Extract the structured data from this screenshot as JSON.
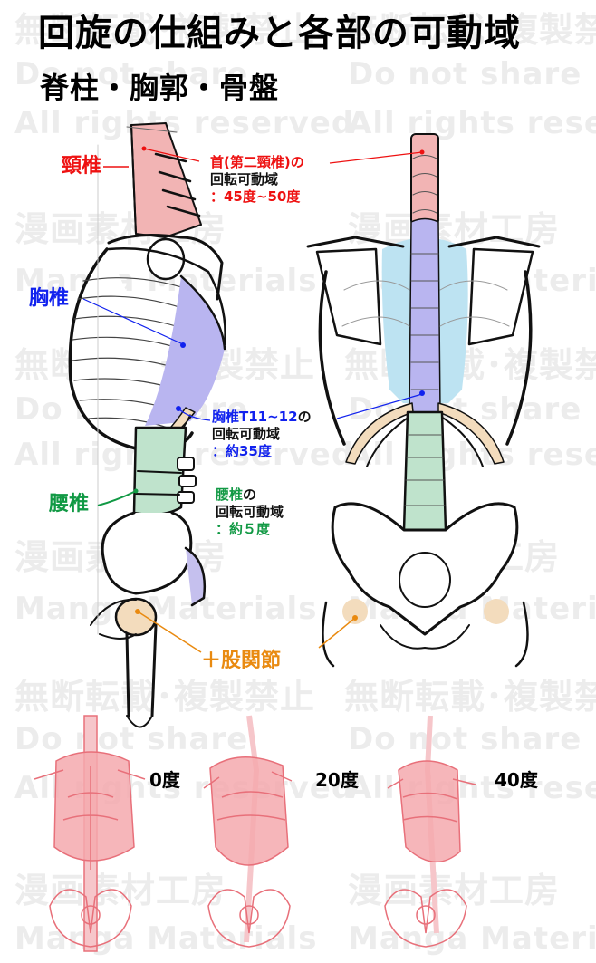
{
  "title": "回旋の仕組みと各部の可動域",
  "subtitle": "脊柱・胸郭・骨盤",
  "watermarks": {
    "no_reprint": "無断転載･複製禁止",
    "do_not_share": "Do not share",
    "all_rights": "All rights reserved",
    "studio_jp": "漫画素材工房",
    "studio_en": "Manga Materials"
  },
  "labels": {
    "cervical": "頸椎",
    "thoracic": "胸椎",
    "lumbar": "腰椎",
    "hip": "＋股関節"
  },
  "annotations": {
    "neck": {
      "line1": "首(第二頸椎)の",
      "line2": "回転可動域",
      "line3": "：45度~50度"
    },
    "thoracic": {
      "line1_colored": "胸椎T11~12",
      "line1_suffix": "の",
      "line2": "回転可動域",
      "line3": "：約35度"
    },
    "lumbar": {
      "line1_colored": "腰椎",
      "line1_suffix": "の",
      "line2": "回転可動域",
      "line3": "：約５度"
    }
  },
  "rotation_examples": [
    {
      "label": "0度"
    },
    {
      "label": "20度"
    },
    {
      "label": "40度"
    }
  ],
  "colors": {
    "cervical": "#ee1111",
    "thoracic": "#1122ee",
    "lumbar": "#119944",
    "hip": "#e98a10",
    "cervical_fill": "#f2b4b4",
    "thoracic_fill": "#b9b5f0",
    "lumbar_fill": "#bfe3cc",
    "hip_fill": "#f3dcbd",
    "erector_fill": "#bde3f2",
    "skeleton_pink": "#f39ea4"
  }
}
